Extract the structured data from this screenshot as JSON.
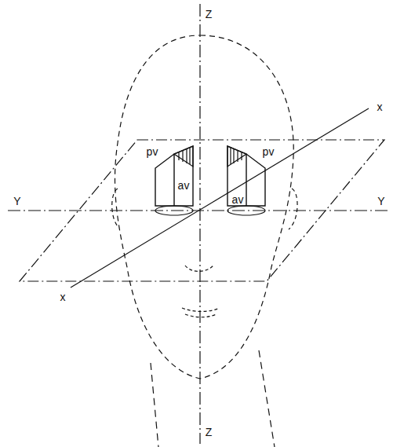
{
  "diagram": {
    "labels": [
      "Z",
      "x",
      "pv",
      "pv",
      "av",
      "av",
      "Y",
      "Y",
      "x",
      "Z"
    ]
  }
}
